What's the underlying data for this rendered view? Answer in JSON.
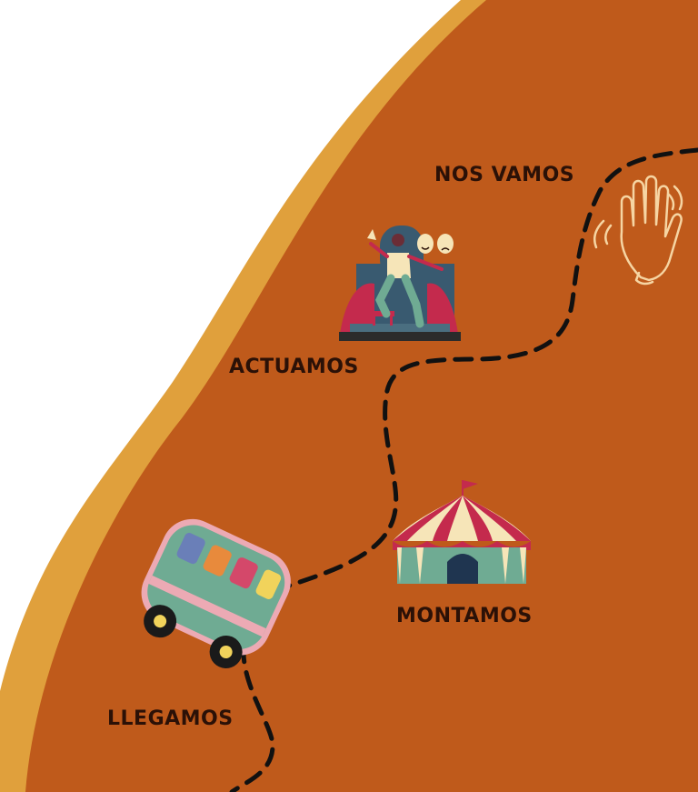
{
  "stops": [
    {
      "label": "NOS VAMOS",
      "icon": "waving-hand-icon"
    },
    {
      "label": "ACTUAMOS",
      "icon": "theater-performer-icon"
    },
    {
      "label": "MONTAMOS",
      "icon": "circus-tent-icon"
    },
    {
      "label": "LLEGAMOS",
      "icon": "van-icon"
    }
  ],
  "colors": {
    "background": "#ffffff",
    "road": "#bf5a1b",
    "road_border": "#e0a03c",
    "path": "#111111",
    "label": "#2b1107",
    "hand_outline": "#f6d5a3",
    "van_body": "#6fab93",
    "van_trim": "#ecaab4",
    "tent_red": "#c42a4d",
    "tent_cream": "#f6e5b8",
    "tent_green": "#6fab93",
    "stage_curtain": "#c42a4d",
    "stage_back": "#395a70"
  }
}
